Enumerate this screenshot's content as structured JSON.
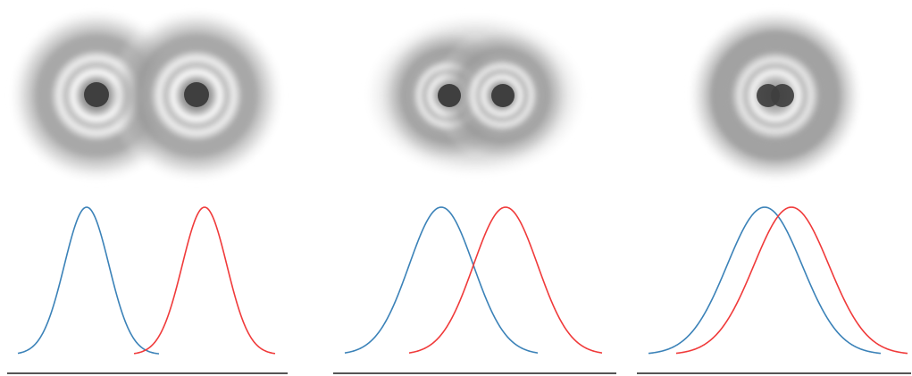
{
  "colors": {
    "background": "#ffffff",
    "cloud_gray": "#7c7c7c",
    "cloud_ring": "#f2f2f2",
    "nucleus": "#3f3f3f",
    "curve_left": "#3b82b8",
    "curve_right": "#f03a3a",
    "baseline": "#555555"
  },
  "panels": [
    {
      "id": "separated",
      "cloud": "two-atom",
      "curves": [
        "left-gaussian",
        "right-gaussian"
      ]
    },
    {
      "id": "approaching",
      "cloud": "overlapping",
      "curves": [
        "left-gaussian",
        "right-gaussian"
      ]
    },
    {
      "id": "merged",
      "cloud": "merged",
      "curves": [
        "left-gaussian",
        "right-gaussian"
      ]
    }
  ]
}
